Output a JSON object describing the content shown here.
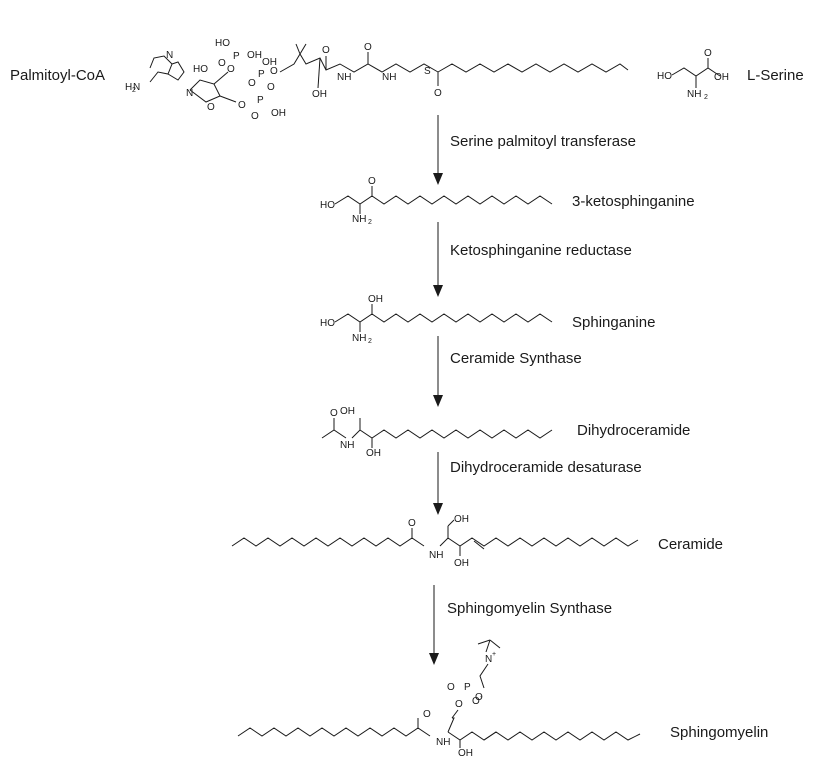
{
  "compounds": {
    "palmitoyl_coa": "Palmitoyl-CoA",
    "l_serine": "L-Serine",
    "ketosphinganine": "3-ketosphinganine",
    "sphinganine": "Sphinganine",
    "dihydroceramide": "Dihydroceramide",
    "ceramide": "Ceramide",
    "sphingomyelin": "Sphingomyelin"
  },
  "enzymes": {
    "spt": "Serine palmitoyl transferase",
    "ksr": "Ketosphinganine reductase",
    "cers": "Ceramide Synthase",
    "des": "Dihydroceramide desaturase",
    "sms": "Sphingomyelin Synthase"
  },
  "atoms": {
    "oh": "OH",
    "ho": "HO",
    "o": "O",
    "nh2": "NH",
    "two": "2",
    "n": "N",
    "h": "H",
    "p": "P",
    "s": "S",
    "nplus": "N",
    "plus": "+",
    "om": "O",
    "minus": "-"
  }
}
